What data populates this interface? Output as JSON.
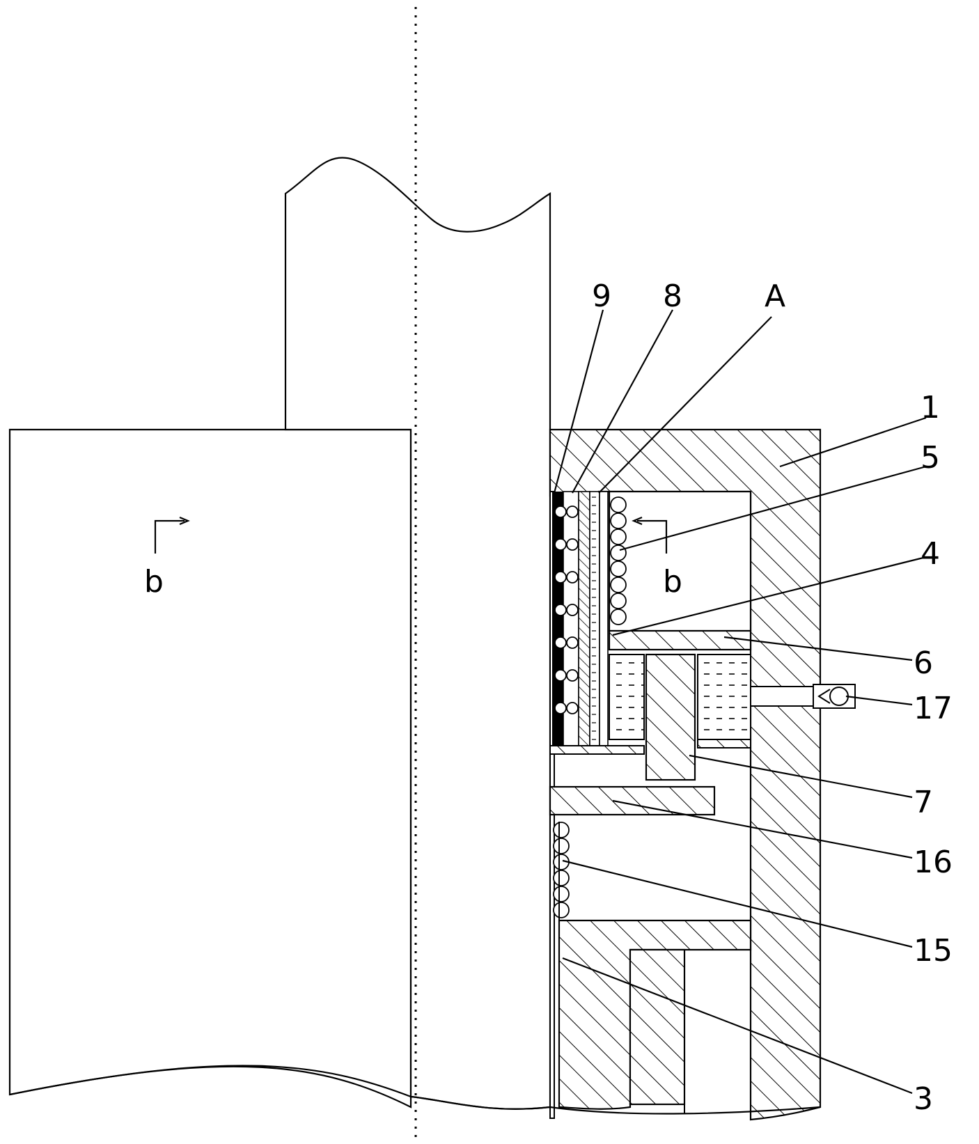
{
  "figure": {
    "labels": [
      {
        "id": "9",
        "text": "9"
      },
      {
        "id": "8",
        "text": "8"
      },
      {
        "id": "A",
        "text": "A"
      },
      {
        "id": "1",
        "text": "1"
      },
      {
        "id": "5",
        "text": "5"
      },
      {
        "id": "4",
        "text": "4"
      },
      {
        "id": "6",
        "text": "6"
      },
      {
        "id": "17",
        "text": "17"
      },
      {
        "id": "7",
        "text": "7"
      },
      {
        "id": "16",
        "text": "16"
      },
      {
        "id": "15",
        "text": "15"
      },
      {
        "id": "3",
        "text": "3"
      }
    ],
    "section_mark": {
      "left": "b",
      "right": "b"
    }
  }
}
